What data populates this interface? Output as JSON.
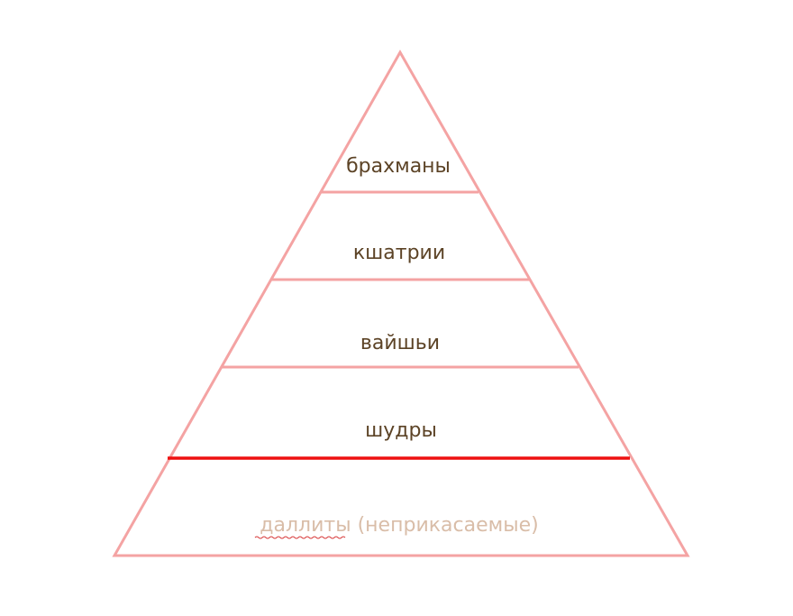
{
  "colors": {
    "outline": "#f4a3a3",
    "divider_highlight": "#ee1111",
    "label_text": "#5c4326",
    "muted_label_text": "#d9bda8",
    "spellcheck_underline": "#d83b3b"
  },
  "pyramid": {
    "tiers": [
      {
        "label": "брахманы"
      },
      {
        "label": "кшатрии"
      },
      {
        "label": "вайшьи"
      },
      {
        "label": "шудры"
      }
    ],
    "base": {
      "main": "даллиты",
      "suffix": " (неприкасаемые)"
    }
  }
}
